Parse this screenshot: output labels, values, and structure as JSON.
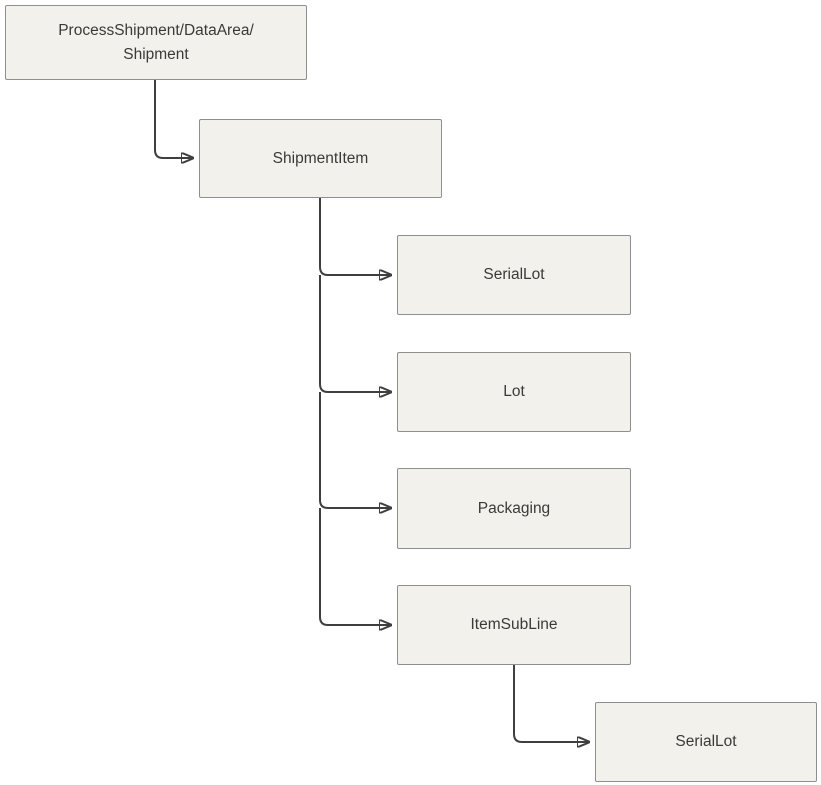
{
  "diagram": {
    "nodes": {
      "root": {
        "label": "ProcessShipment/DataArea/\nShipment"
      },
      "shipmentItem": {
        "label": "ShipmentItem"
      },
      "serialLot": {
        "label": "SerialLot"
      },
      "lot": {
        "label": "Lot"
      },
      "packaging": {
        "label": "Packaging"
      },
      "itemSubLine": {
        "label": "ItemSubLine"
      },
      "itemSubLineSerialLot": {
        "label": "SerialLot"
      }
    },
    "colors": {
      "node_fill": "#f2f1ec",
      "node_border": "#8f8f8f",
      "connector": "#3f3f3f",
      "text": "#3a3a3a",
      "background": "#ffffff"
    }
  }
}
